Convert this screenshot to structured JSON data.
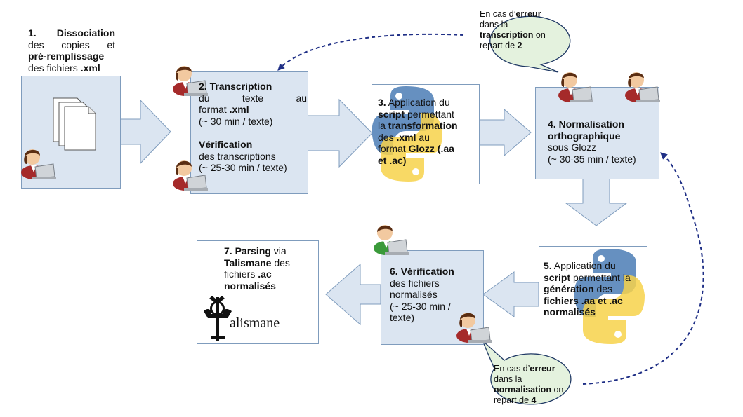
{
  "colors": {
    "box_fill": "#dbe5f1",
    "box_border": "#7f9cbd",
    "arrow_fill": "#dbe5f1",
    "bubble_fill": "#e4f2de",
    "bubble_border": "#1f3864",
    "dashed_arrow": "#1f2f86",
    "python_blue": "#4b7db5",
    "python_yellow": "#f7d24a",
    "person_red": "#a52a2a",
    "person_green": "#3a9a3a"
  },
  "steps": {
    "s1": {
      "num": "1.",
      "line1_b": "Dissociation",
      "line2a": "des",
      "line2b": "copies",
      "line2c": "et",
      "line3_b": "pré-remplissage",
      "line4": "des fichiers ",
      "line4_b": ".xml"
    },
    "s2": {
      "title_b": "2. Transcription",
      "line2a": "du",
      "line2b": "texte",
      "line2c": "au",
      "line3": "format ",
      "line3_b": ".xml",
      "line4": "(~ 30 min / texte)",
      "verif_b": "Vérification",
      "line6": "des transcriptions",
      "line7": "(~ 25-30 min / texte)"
    },
    "s3": {
      "num_b": "3.",
      "l1": " Application du",
      "l2_b": "script",
      "l2": " permettant",
      "l3": "la ",
      "l3_b": "transformation",
      "l4": "des ",
      "l4_b": ".xml",
      "l4b": " au",
      "l5": "format ",
      "l5_b": "Glozz (.aa",
      "l6_b": "et .ac)"
    },
    "s4": {
      "l1_b": "4. Normalisation",
      "l2_b": "orthographique",
      "l3": "sous Glozz",
      "l4": "(~ 30-35 min / texte)"
    },
    "s5": {
      "num_b": "5.",
      "l1": " Application du",
      "l2_b": "script",
      "l2": " permettant la",
      "l3_b": "génération",
      "l3": " des",
      "l4_b": "fichiers .aa et .ac",
      "l5_b": "normalisés"
    },
    "s6": {
      "l1_b": "6. Vérification",
      "l2": "des fichiers",
      "l3": "normalisés",
      "l4": "(~ 25-30 min /",
      "l5": "texte)"
    },
    "s7": {
      "l1_b": "7. Parsing",
      "l1": " via",
      "l2_b": "Talismane",
      "l2": " des",
      "l3": "fichiers ",
      "l3_b": ".ac",
      "l4_b": "normalisés",
      "logo_text": "alismane"
    }
  },
  "bubbles": {
    "top": {
      "l1": "En cas d’",
      "l1_b": "erreur",
      "l2": "dans la",
      "l3_b": "transcription",
      "l3": " on",
      "l4": "repart de ",
      "l4_b": "2"
    },
    "bottom": {
      "l1": "En cas d’",
      "l1_b": "erreur",
      "l2": "dans la",
      "l3_b": "normalisation",
      "l3": " on",
      "l4": "repart de ",
      "l4_b": "4"
    }
  },
  "icons": [
    "document-stack-icon",
    "python-logo-icon",
    "person-laptop-icon",
    "talismane-logo-icon"
  ]
}
